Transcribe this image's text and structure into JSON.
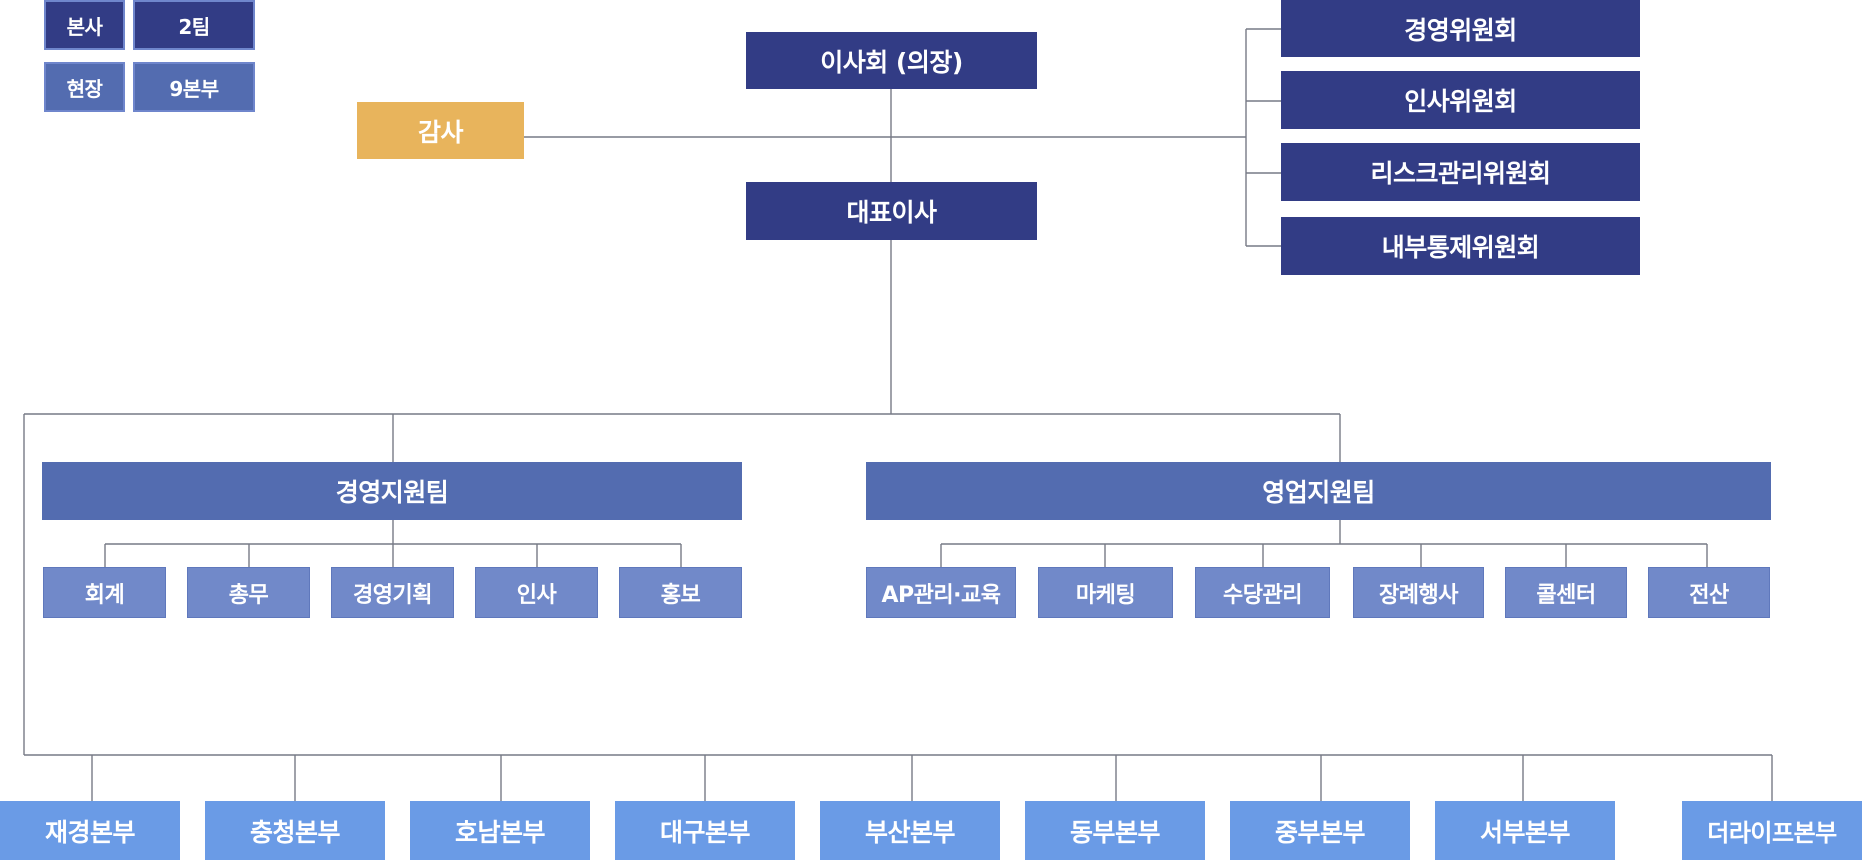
{
  "legend": {
    "hq_label": "본사",
    "hq_value": "2팀",
    "field_label": "현장",
    "field_value": "9본부"
  },
  "top": {
    "board": "이사회 (의장)",
    "audit": "감사",
    "ceo": "대표이사"
  },
  "committees": [
    "경영위원회",
    "인사위원회",
    "리스크관리위원회",
    "내부통제위원회"
  ],
  "teams": {
    "management": {
      "name": "경영지원팀",
      "units": [
        "회계",
        "총무",
        "경영기획",
        "인사",
        "홍보"
      ]
    },
    "sales": {
      "name": "영업지원팀",
      "units": [
        "AP관리·교육",
        "마케팅",
        "수당관리",
        "장례행사",
        "콜센터",
        "전산"
      ]
    }
  },
  "divisions": [
    "재경본부",
    "충청본부",
    "호남본부",
    "대구본부",
    "부산본부",
    "동부본부",
    "중부본부",
    "서부본부",
    "더라이프본부"
  ],
  "colors": {
    "dark": "#323c85",
    "mid": "#536cb0",
    "light": "#7189c9",
    "sky": "#6a9be6",
    "gold": "#e8b45c",
    "line": "#777a86"
  }
}
